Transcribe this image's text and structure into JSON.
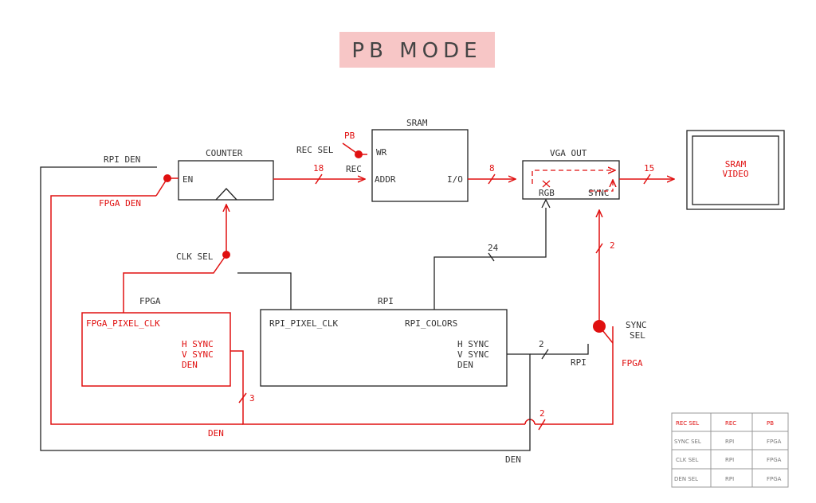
{
  "title": "PB MODE",
  "blocks": {
    "counter": {
      "title": "COUNTER",
      "en": "EN"
    },
    "sram": {
      "title": "SRAM",
      "wr": "WR",
      "addr": "ADDR",
      "io": "I/O"
    },
    "vga": {
      "title": "VGA OUT",
      "rgb": "RGB",
      "sync": "SYNC"
    },
    "monitor": {
      "line1": "SRAM",
      "line2": "VIDEO"
    },
    "fpga": {
      "title": "FPGA",
      "pixel_clk": "FPGA_PIXEL_CLK",
      "hsync": "H SYNC",
      "vsync": "V SYNC",
      "den": "DEN"
    },
    "rpi": {
      "title": "RPI",
      "pixel_clk": "RPI_PIXEL_CLK",
      "colors": "RPI_COLORS",
      "hsync": "H SYNC",
      "vsync": "V SYNC",
      "den": "DEN"
    }
  },
  "labels": {
    "rpi_den": "RPI DEN",
    "fpga_den": "FPGA DEN",
    "rec_sel": "REC SEL",
    "pb": "PB",
    "rec": "REC",
    "clk_sel": "CLK SEL",
    "sync_sel_1": "SYNC",
    "sync_sel_2": "SEL",
    "sync_fpga": "FPGA",
    "sync_rpi": "RPI",
    "den_red": "DEN",
    "den_black": "DEN"
  },
  "bus_widths": {
    "addr": "18",
    "io": "8",
    "vga_out": "15",
    "rgb": "24",
    "sync_in": "2",
    "rpi_sync": "2",
    "fpga_sync": "3",
    "fpga_den_bus": "2"
  },
  "table": {
    "header": [
      "REC SEL",
      "REC",
      "PB"
    ],
    "rows": [
      [
        "SYNC SEL",
        "RPI",
        "FPGA"
      ],
      [
        "CLK SEL",
        "RPI",
        "FPGA"
      ],
      [
        "DEN SEL",
        "RPI",
        "FPGA"
      ]
    ]
  },
  "colors": {
    "active": "#e01010",
    "inactive": "#222222",
    "title_bg": "#f7c6c6"
  }
}
